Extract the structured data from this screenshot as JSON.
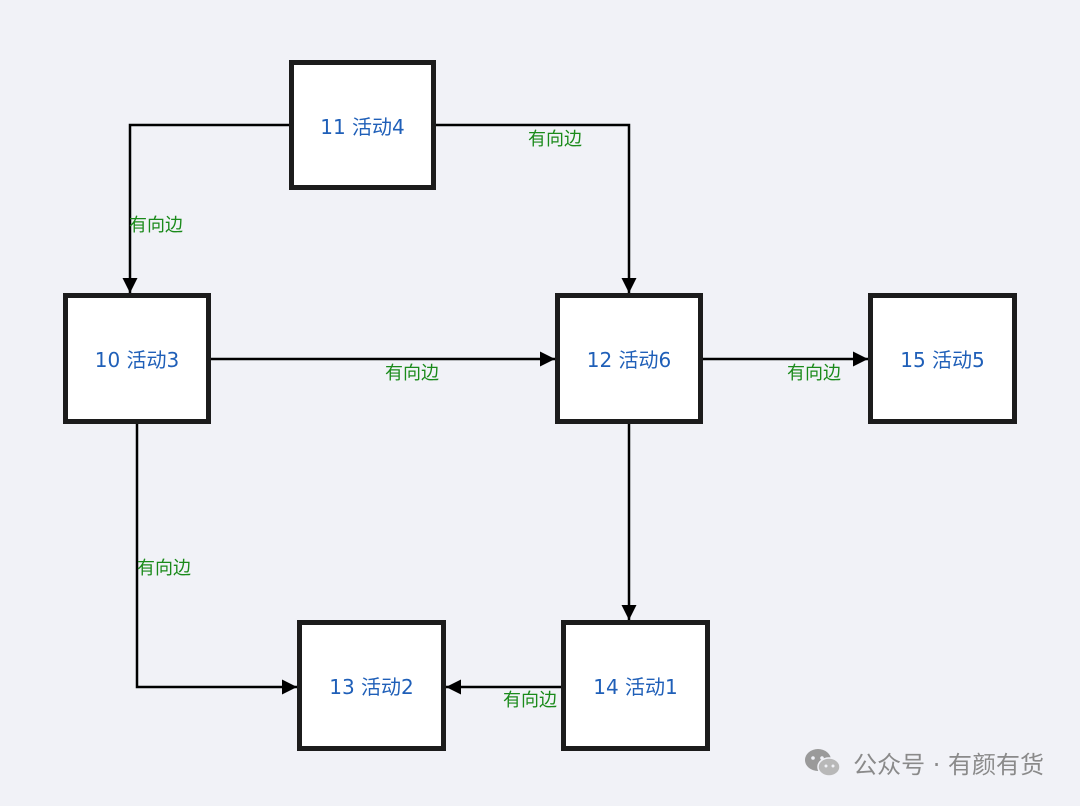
{
  "colors": {
    "background": "#f1f2f7",
    "node_border": "#1c1c1c",
    "node_text": "#1f5fb8",
    "edge": "#000000",
    "edge_label": "#1a8a1a",
    "watermark": "#8a8a8a"
  },
  "nodes": [
    {
      "id": "n11",
      "label": "11 活动4"
    },
    {
      "id": "n10",
      "label": "10 活动3"
    },
    {
      "id": "n12",
      "label": "12 活动6"
    },
    {
      "id": "n15",
      "label": "15 活动5"
    },
    {
      "id": "n13",
      "label": "13 活动2"
    },
    {
      "id": "n14",
      "label": "14 活动1"
    }
  ],
  "edges": [
    {
      "id": "e1",
      "from": "n11",
      "to": "n10",
      "label": "有向边"
    },
    {
      "id": "e2",
      "from": "n11",
      "to": "n12",
      "label": "有向边"
    },
    {
      "id": "e3",
      "from": "n10",
      "to": "n12",
      "label": "有向边"
    },
    {
      "id": "e4",
      "from": "n12",
      "to": "n15",
      "label": "有向边"
    },
    {
      "id": "e5",
      "from": "n10",
      "to": "n13",
      "label": "有向边"
    },
    {
      "id": "e6",
      "from": "n12",
      "to": "n14",
      "label": ""
    },
    {
      "id": "e7",
      "from": "n14",
      "to": "n13",
      "label": "有向边"
    }
  ],
  "watermark": {
    "icon": "wechat-icon",
    "text": "公众号 · 有颜有货"
  }
}
